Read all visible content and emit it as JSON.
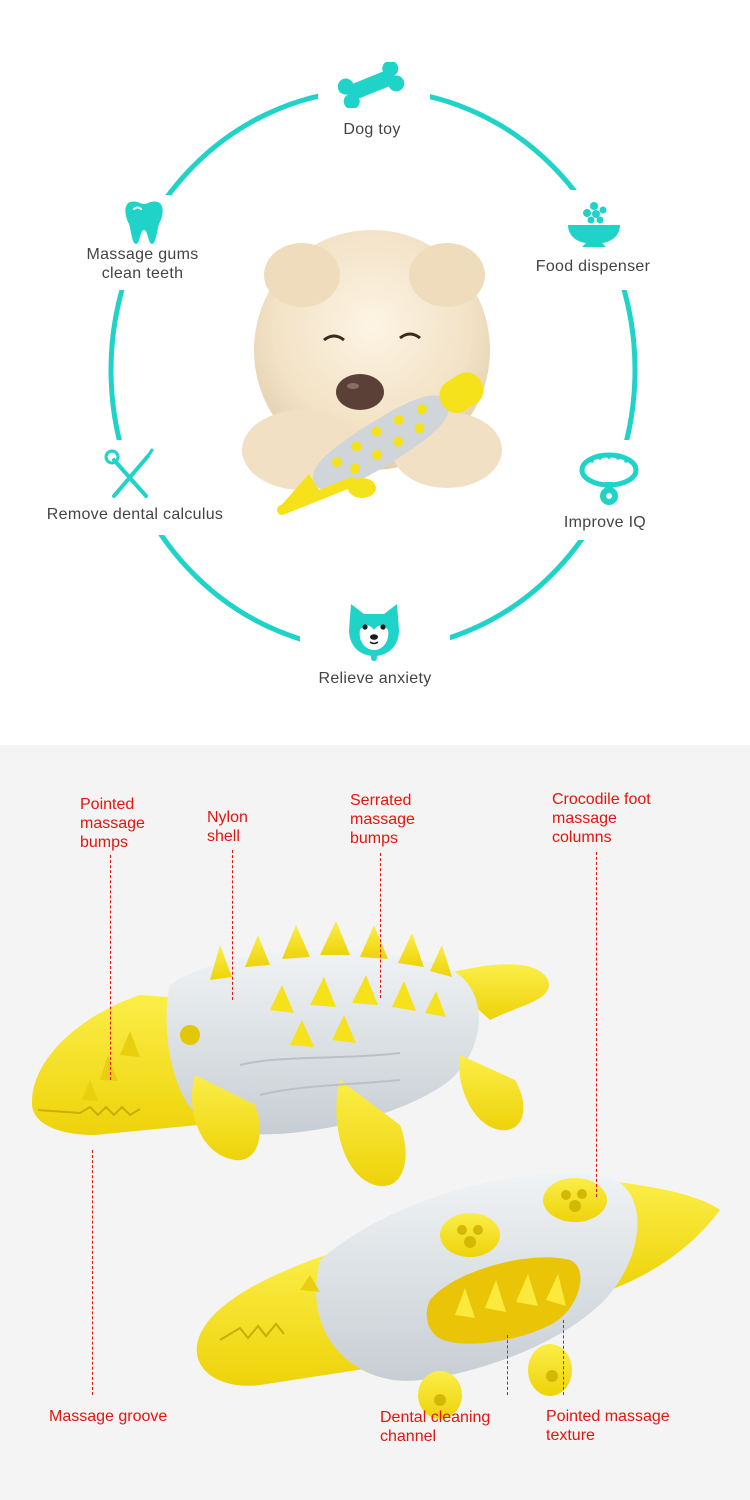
{
  "features": [
    {
      "id": "dog-toy",
      "icon": "bone-icon",
      "label": "Dog toy"
    },
    {
      "id": "food-dispenser",
      "icon": "food-bowl-icon",
      "label": "Food dispenser"
    },
    {
      "id": "improve-iq",
      "icon": "collar-icon",
      "label": "Improve IQ"
    },
    {
      "id": "relieve-anxiety",
      "icon": "shiba-face-icon",
      "label": "Relieve anxiety"
    },
    {
      "id": "remove-calculus",
      "icon": "dental-tools-icon",
      "label": "Remove dental calculus"
    },
    {
      "id": "massage-gums",
      "icon": "tooth-icon",
      "label_line1": "Massage gums",
      "label_line2": "clean teeth"
    }
  ],
  "callouts": {
    "pointed_bumps": [
      "Pointed",
      "massage",
      "bumps"
    ],
    "nylon_shell": [
      "Nylon",
      "shell"
    ],
    "serrated_bumps": [
      "Serrated",
      "massage",
      "bumps"
    ],
    "foot_columns": [
      "Crocodile foot",
      "massage",
      "columns"
    ],
    "massage_groove": [
      "Massage groove"
    ],
    "dental_channel": [
      "Dental cleaning",
      "channel"
    ],
    "pointed_texture": [
      "Pointed massage",
      "texture"
    ]
  },
  "colors": {
    "accent": "#1fd3c9",
    "callout_red": "#e4150e",
    "toy_yellow": "#f6e21a",
    "toy_gray": "#d9dee2"
  }
}
